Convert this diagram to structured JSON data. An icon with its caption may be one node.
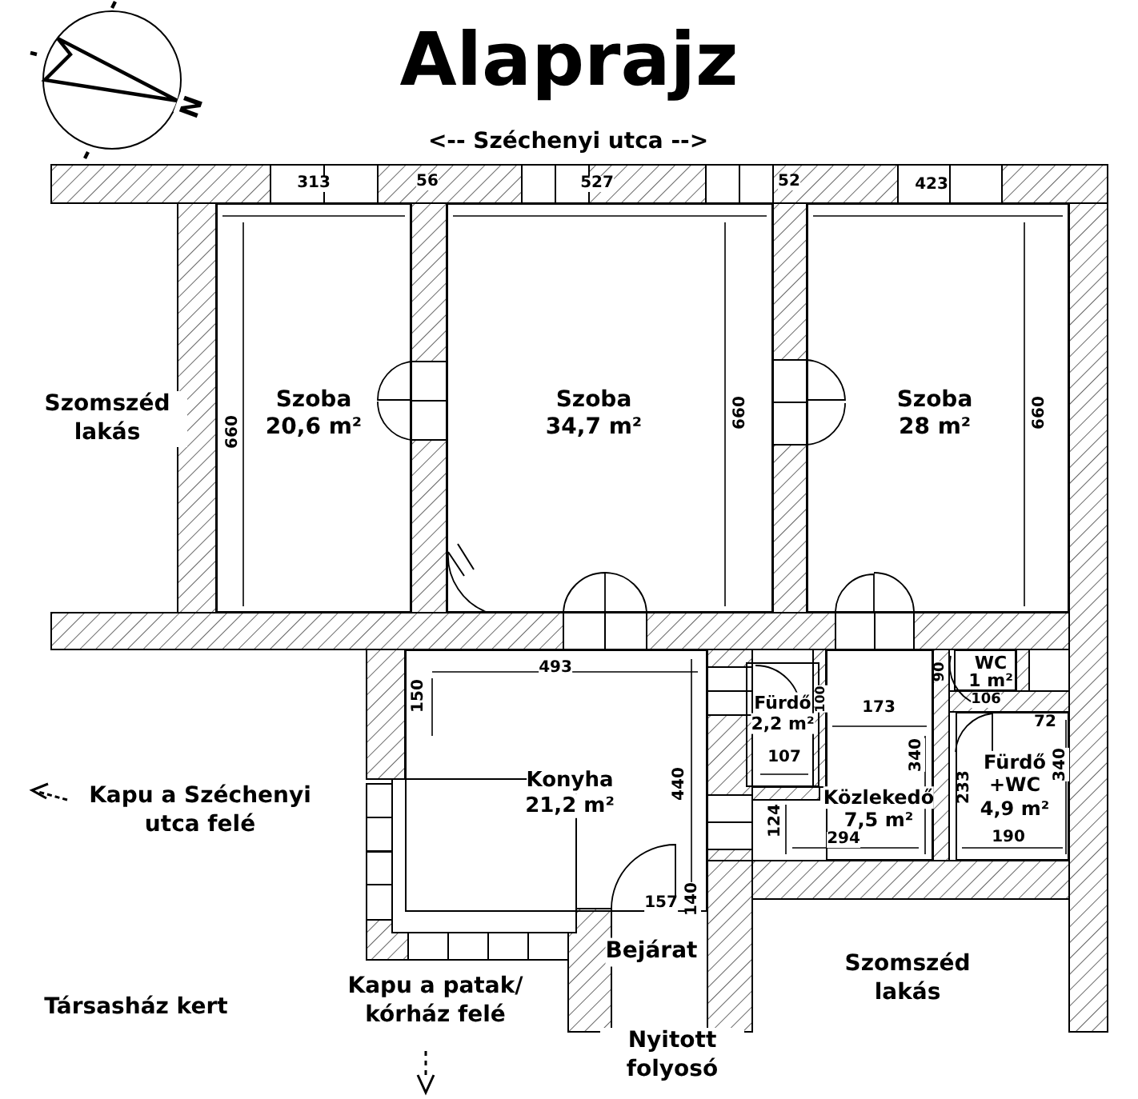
{
  "diagram": {
    "title": "Alaprajz",
    "nodes": [
      {
        "text": [
          "Szoba",
          "20,6 m²"
        ]
      },
      {
        "text": [
          "Szoba",
          "34,7 m²"
        ]
      },
      {
        "text": [
          "Szoba",
          "28 m²"
        ]
      },
      {
        "text": [
          "Konyha",
          "21,2 m²"
        ]
      },
      {
        "text": [
          "Fürdő",
          "2,2 m²"
        ]
      },
      {
        "text": [
          "Közlekedő",
          "7,5 m²"
        ]
      },
      {
        "text": [
          "WC",
          "1 m²"
        ]
      },
      {
        "text": [
          "Fürdő +WC",
          "4,9 m²"
        ]
      }
    ],
    "labels": [
      "N",
      "<--  Széchenyi utca  -->",
      "313",
      "56",
      "527",
      "52",
      "423",
      "Szomszéd lakás",
      "660",
      "660",
      "660",
      "493",
      "90",
      "106",
      "150",
      "173",
      "100",
      "72",
      "107",
      "440",
      "340",
      "233",
      "340",
      "Kapu a Széchenyi utca felé",
      "124",
      "294",
      "190",
      "157",
      "140",
      "Bejárat",
      "Szomszéd lakás",
      "Társasház kert",
      "Kapu a patak/ kórház felé",
      "Nyitott folyosó"
    ]
  }
}
